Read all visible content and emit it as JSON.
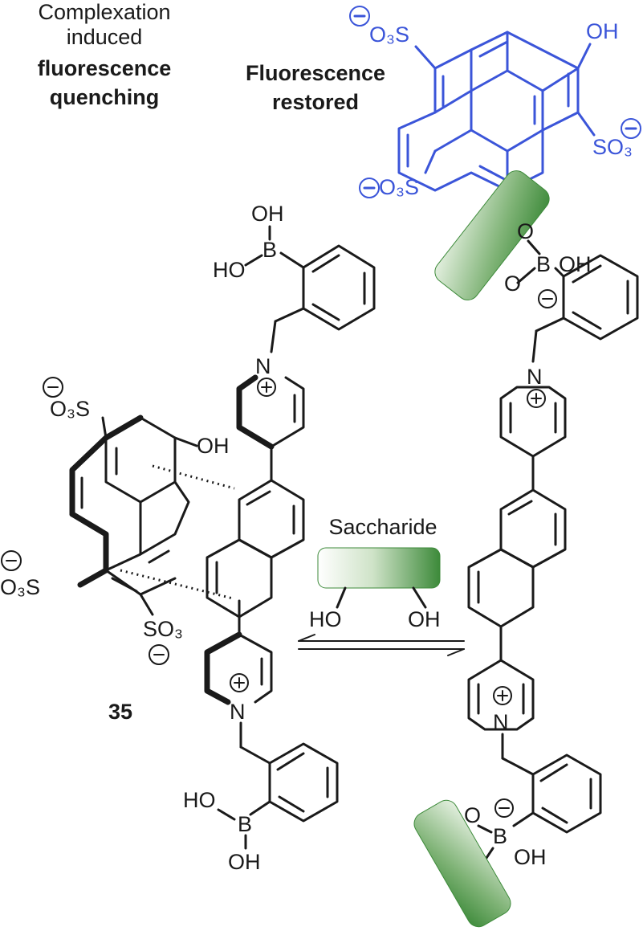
{
  "captions": {
    "left_line1": "Complexation",
    "left_line2": "induced",
    "left_line3": "fluorescence",
    "left_line4": "quenching",
    "mid_line1": "Fluorescence",
    "mid_line2": "restored",
    "saccharide": "Saccharide",
    "compound_number": "35"
  },
  "labels": {
    "oh": "OH",
    "ho": "HO",
    "b": "B",
    "o": "O",
    "n": "N",
    "o3s": "O₃S",
    "so3": "SO₃"
  },
  "colors": {
    "pyranine": "#3b55d9",
    "saccharide": "#3d8a3a",
    "ink": "#1a1a1a"
  }
}
